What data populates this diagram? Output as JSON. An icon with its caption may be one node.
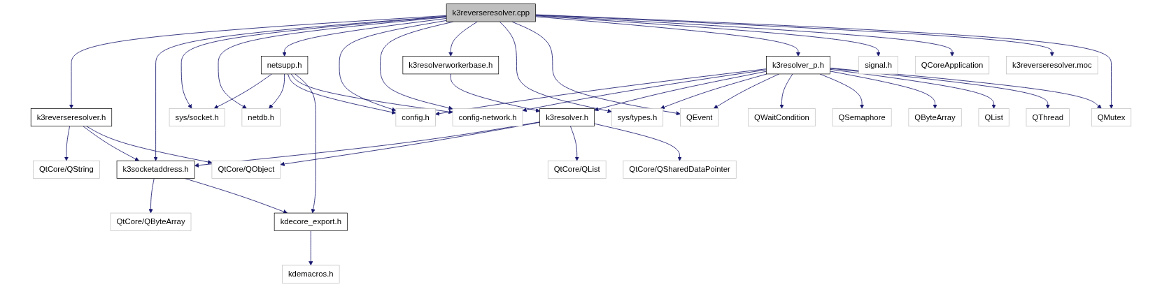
{
  "diagram": {
    "nodes": [
      {
        "text": [
          "k3reverseresolver.cpp"
        ]
      },
      {
        "text": [
          "netsupp.h"
        ]
      },
      {
        "text": [
          "k3resolverworkerbase.h"
        ]
      },
      {
        "text": [
          "k3resolver_p.h"
        ]
      },
      {
        "text": [
          "signal.h"
        ]
      },
      {
        "text": [
          "QCoreApplication"
        ]
      },
      {
        "text": [
          "k3reverseresolver.moc"
        ]
      },
      {
        "text": [
          "k3reverseresolver.h"
        ]
      },
      {
        "text": [
          "sys/socket.h"
        ]
      },
      {
        "text": [
          "netdb.h"
        ]
      },
      {
        "text": [
          "config.h"
        ]
      },
      {
        "text": [
          "config-network.h"
        ]
      },
      {
        "text": [
          "k3resolver.h"
        ]
      },
      {
        "text": [
          "sys/types.h"
        ]
      },
      {
        "text": [
          "QEvent"
        ]
      },
      {
        "text": [
          "QWaitCondition"
        ]
      },
      {
        "text": [
          "QSemaphore"
        ]
      },
      {
        "text": [
          "QByteArray"
        ]
      },
      {
        "text": [
          "QList"
        ]
      },
      {
        "text": [
          "QThread"
        ]
      },
      {
        "text": [
          "QMutex"
        ]
      },
      {
        "text": [
          "QtCore/QString"
        ]
      },
      {
        "text": [
          "k3socketaddress.h"
        ]
      },
      {
        "text": [
          "QtCore/QObject"
        ]
      },
      {
        "text": [
          "QtCore/QList"
        ]
      },
      {
        "text": [
          "QtCore/QSharedDataPointer"
        ]
      },
      {
        "text": [
          "QtCore/QByteArray"
        ]
      },
      {
        "text": [
          "kdecore_export.h"
        ]
      },
      {
        "text": [
          "kdemacros.h"
        ]
      }
    ],
    "edges": [
      {
        "from": 0,
        "to": 7,
        "arrow": "to"
      },
      {
        "from": 0,
        "to": 22,
        "arrow": "to"
      },
      {
        "from": 0,
        "to": 8,
        "arrow": "to"
      },
      {
        "from": 0,
        "to": 9,
        "arrow": "to"
      },
      {
        "from": 0,
        "to": 1,
        "arrow": "to"
      },
      {
        "from": 0,
        "to": 10,
        "arrow": "to"
      },
      {
        "from": 0,
        "to": 11,
        "arrow": "to"
      },
      {
        "from": 0,
        "to": 2,
        "arrow": "to"
      },
      {
        "from": 0,
        "to": 13,
        "arrow": "to"
      },
      {
        "from": 0,
        "to": 14,
        "arrow": "to"
      },
      {
        "from": 0,
        "to": 3,
        "arrow": "to"
      },
      {
        "from": 0,
        "to": 4,
        "arrow": "to"
      },
      {
        "from": 0,
        "to": 5,
        "arrow": "to"
      },
      {
        "from": 0,
        "to": 6,
        "arrow": "to"
      },
      {
        "from": 0,
        "to": 20,
        "arrow": "to"
      },
      {
        "from": 1,
        "to": 8,
        "arrow": "to"
      },
      {
        "from": 1,
        "to": 9,
        "arrow": "to"
      },
      {
        "from": 1,
        "to": 10,
        "arrow": "to"
      },
      {
        "from": 1,
        "to": 11,
        "arrow": "to"
      },
      {
        "from": 1,
        "to": 27,
        "arrow": "to"
      },
      {
        "from": 2,
        "to": 12,
        "arrow": "to"
      },
      {
        "from": 3,
        "to": 10,
        "arrow": "to"
      },
      {
        "from": 3,
        "to": 11,
        "arrow": "to"
      },
      {
        "from": 3,
        "to": 12,
        "arrow": "to"
      },
      {
        "from": 3,
        "to": 13,
        "arrow": "to"
      },
      {
        "from": 3,
        "to": 14,
        "arrow": "to"
      },
      {
        "from": 3,
        "to": 15,
        "arrow": "to"
      },
      {
        "from": 3,
        "to": 16,
        "arrow": "to"
      },
      {
        "from": 3,
        "to": 17,
        "arrow": "to"
      },
      {
        "from": 3,
        "to": 18,
        "arrow": "to"
      },
      {
        "from": 3,
        "to": 19,
        "arrow": "to"
      },
      {
        "from": 3,
        "to": 20,
        "arrow": "to"
      },
      {
        "from": 7,
        "to": 21,
        "arrow": "to"
      },
      {
        "from": 7,
        "to": 22,
        "arrow": "to"
      },
      {
        "from": 7,
        "to": 23,
        "arrow": "to"
      },
      {
        "from": 12,
        "to": 22,
        "arrow": "to"
      },
      {
        "from": 12,
        "to": 23,
        "arrow": "to"
      },
      {
        "from": 12,
        "to": 24,
        "arrow": "to"
      },
      {
        "from": 12,
        "to": 25,
        "arrow": "to"
      },
      {
        "from": 22,
        "to": 26,
        "arrow": "to"
      },
      {
        "from": 22,
        "to": 27,
        "arrow": "to"
      },
      {
        "from": 27,
        "to": 28,
        "arrow": "to"
      }
    ]
  }
}
